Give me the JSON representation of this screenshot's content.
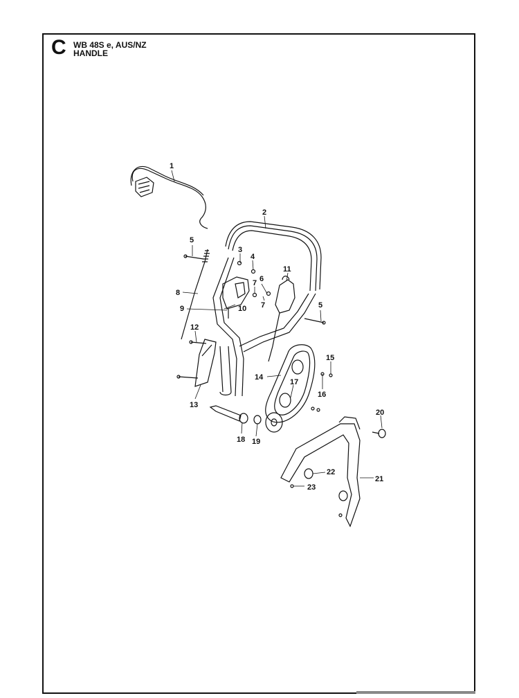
{
  "header": {
    "section_letter": "C",
    "model": "WB 48S e, AUS/NZ",
    "assembly": "HANDLE"
  },
  "callouts": [
    "1",
    "2",
    "3",
    "4",
    "5",
    "5",
    "6",
    "7",
    "7",
    "8",
    "9",
    "10",
    "11",
    "12",
    "13",
    "14",
    "15",
    "16",
    "17",
    "18",
    "19",
    "20",
    "21",
    "22",
    "23"
  ]
}
